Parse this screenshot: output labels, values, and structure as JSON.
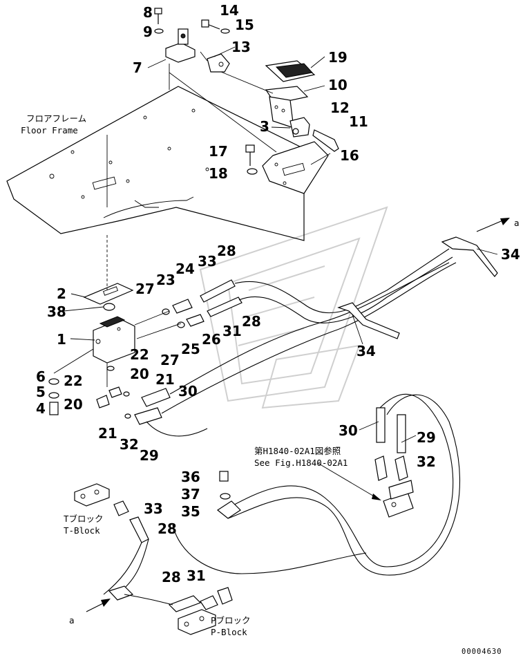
{
  "callouts": {
    "c1": "1",
    "c2": "2",
    "c3": "3",
    "c4": "4",
    "c5": "5",
    "c6": "6",
    "c7": "7",
    "c8": "8",
    "c9": "9",
    "c10": "10",
    "c11": "11",
    "c12": "12",
    "c13": "13",
    "c14": "14",
    "c15": "15",
    "c16": "16",
    "c17": "17",
    "c18": "18",
    "c19": "19",
    "c20a": "20",
    "c20b": "20",
    "c21a": "21",
    "c21b": "21",
    "c22a": "22",
    "c22b": "22",
    "c23": "23",
    "c24": "24",
    "c25": "25",
    "c26": "26",
    "c27a": "27",
    "c27b": "27",
    "c28a": "28",
    "c28b": "28",
    "c28c": "28",
    "c28d": "28",
    "c29a": "29",
    "c29b": "29",
    "c30a": "30",
    "c30b": "30",
    "c31a": "31",
    "c31b": "31",
    "c32a": "32",
    "c32b": "32",
    "c33a": "33",
    "c33b": "33",
    "c34a": "34",
    "c34b": "34",
    "c35": "35",
    "c36": "36",
    "c37": "37",
    "c38": "38"
  },
  "labels": {
    "floor_frame_jp": "フロアフレーム",
    "floor_frame_en": "Floor Frame",
    "see_fig_jp": "第H1840-02A1図参照",
    "see_fig_en": "See Fig.H1840-02A1",
    "t_block_jp": "Tブロック",
    "t_block_en": "T-Block",
    "p_block_jp": "Pブロック",
    "p_block_en": "P-Block",
    "arrow_a_top": "a",
    "arrow_a_bottom": "a",
    "drawing_number": "00004630"
  }
}
